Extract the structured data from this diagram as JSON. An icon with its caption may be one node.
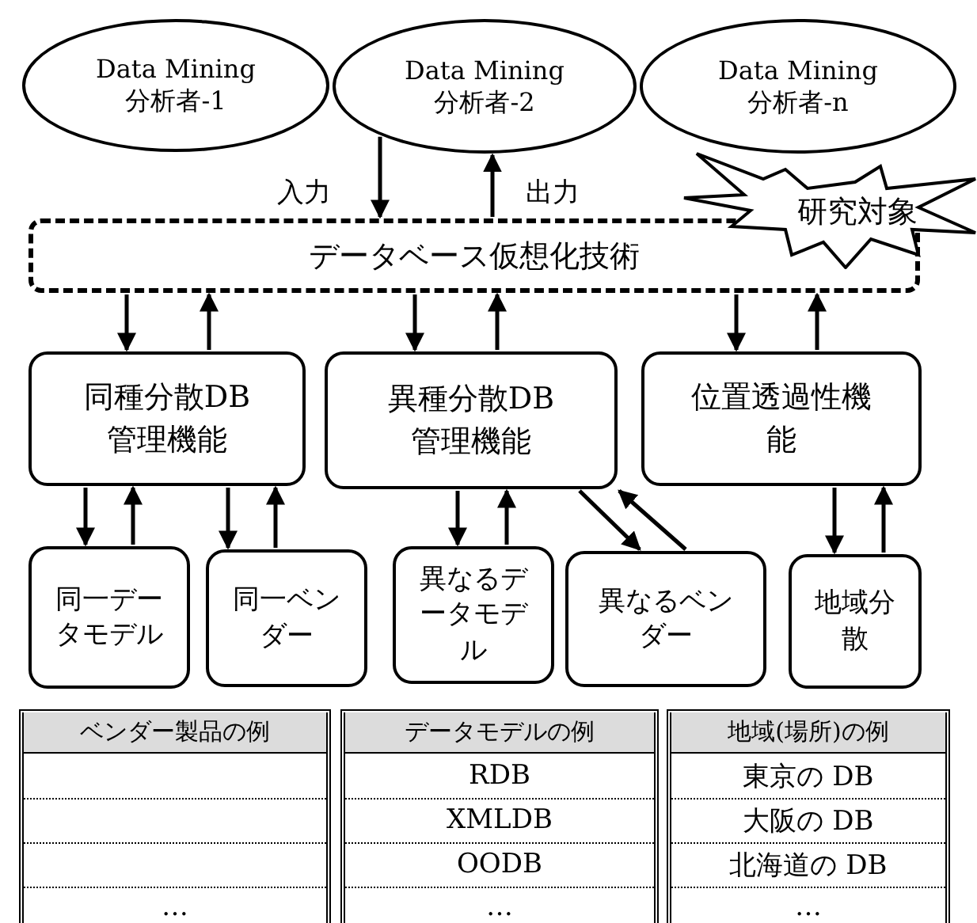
{
  "diagram": {
    "nodes": [
      {
        "text": [
          "Data Mining 分析者-1"
        ]
      },
      {
        "text": [
          "Data Mining 分析者-2"
        ]
      },
      {
        "text": [
          "Data Mining 分析者-n"
        ]
      },
      {
        "text": [
          "データベース仮想化技術"
        ]
      },
      {
        "text": [
          "研究対象"
        ]
      },
      {
        "text": [
          "同種分散DB 管理機能"
        ]
      },
      {
        "text": [
          "異種分散DB 管理機能"
        ]
      },
      {
        "text": [
          "位置透過性機能"
        ]
      },
      {
        "text": [
          "同一データモデル"
        ]
      },
      {
        "text": [
          "同一ベンダー"
        ]
      },
      {
        "text": [
          "異なるデータモデル"
        ]
      },
      {
        "text": [
          "異なるベンダー"
        ]
      },
      {
        "text": [
          "地域分散"
        ]
      }
    ],
    "edges": [
      {
        "from": 1,
        "to": 3,
        "arrow": "to",
        "label": "入力"
      },
      {
        "from": 3,
        "to": 1,
        "arrow": "to",
        "label": "出力"
      },
      {
        "from": 3,
        "to": 5,
        "arrow": "to"
      },
      {
        "from": 5,
        "to": 3,
        "arrow": "to"
      },
      {
        "from": 3,
        "to": 6,
        "arrow": "to"
      },
      {
        "from": 6,
        "to": 3,
        "arrow": "to"
      },
      {
        "from": 3,
        "to": 7,
        "arrow": "to"
      },
      {
        "from": 7,
        "to": 3,
        "arrow": "to"
      },
      {
        "from": 5,
        "to": 8,
        "arrow": "to"
      },
      {
        "from": 8,
        "to": 5,
        "arrow": "to"
      },
      {
        "from": 5,
        "to": 9,
        "arrow": "to"
      },
      {
        "from": 9,
        "to": 5,
        "arrow": "to"
      },
      {
        "from": 6,
        "to": 10,
        "arrow": "to"
      },
      {
        "from": 10,
        "to": 6,
        "arrow": "to"
      },
      {
        "from": 6,
        "to": 11,
        "arrow": "to"
      },
      {
        "from": 11,
        "to": 6,
        "arrow": "to"
      },
      {
        "from": 7,
        "to": 12,
        "arrow": "to"
      },
      {
        "from": 12,
        "to": 7,
        "arrow": "to"
      }
    ],
    "labels": [
      "ベンダー製品の例",
      "データモデルの例",
      "地域(場所)の例",
      "RDB",
      "東京の DB",
      "XMLDB",
      "大阪の DB",
      "OODB",
      "北海道の DB",
      "…",
      "…",
      "…"
    ]
  }
}
